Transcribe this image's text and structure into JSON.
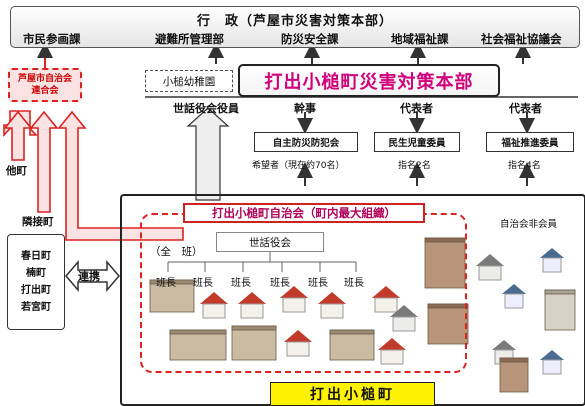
{
  "government": {
    "title": "行　政（芦屋市災害対策本部）",
    "departments": [
      "市民参画課",
      "避難所管理部",
      "防災安全課",
      "地域福祉課",
      "社会福祉協議会"
    ]
  },
  "rengo_label_line1": "芦屋市自治会",
  "rengo_label_line2": "連合会",
  "kindergarten_label": "小槌幼稚園",
  "hq_label": "打出小槌町災害対策本部",
  "roles": [
    "世話役会役員",
    "幹事",
    "代表者",
    "代表者"
  ],
  "units": [
    "自主防災防犯会",
    "民生児童委員",
    "福祉推進委員"
  ],
  "unit_notes": [
    "希望者（現在約70名）",
    "指名2名",
    "指名4名"
  ],
  "other_town_label": "他町",
  "neighbor_town_label": "隣接町",
  "neighbor_towns": [
    "春日町",
    "楠町",
    "打出町",
    "若宮町"
  ],
  "cooperation_label": "連携",
  "association_label": "打出小槌町自治会（町内最大組織）",
  "all_groups_label": "（全　班）",
  "sewayakukai_label": "世話役会",
  "hancho_label": "班長",
  "non_member_label": "自治会非会員",
  "town_label": "打出小槌町",
  "colors": {
    "accent_red": "#dd2222",
    "hq_text": "#d1007b",
    "town_highlight": "#fff200"
  }
}
